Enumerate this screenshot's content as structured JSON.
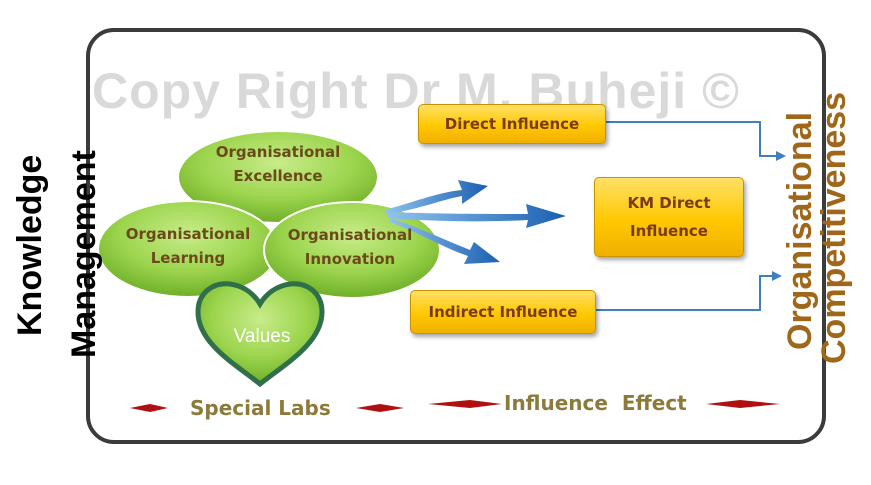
{
  "watermark": "Copy Right Dr M. Buheji ©",
  "left_title": {
    "line1": "Knowledge",
    "line2": "Management"
  },
  "right_title": {
    "line1": "Organisational",
    "line2": "Competitiveness"
  },
  "ellipses": {
    "excellence": {
      "line1": "Organisational",
      "line2": "Excellence"
    },
    "learning": {
      "line1": "Organisational",
      "line2": "Learning"
    },
    "innovation": {
      "line1": "Organisational",
      "line2": "Innovation"
    }
  },
  "values_label": "Values",
  "boxes": {
    "direct": "Direct Influence",
    "km_direct": {
      "line1": "KM Direct",
      "line2": "Influence"
    },
    "indirect": "Indirect Influence"
  },
  "bottom": {
    "special_labs": "Special Labs",
    "influence_effect": "Influence  Effect"
  },
  "colors": {
    "ellipse_green": "#9bd44c",
    "box_yellow": "#ffc800",
    "arrow_blue": "#1f6fc0",
    "dash_red": "#b01010",
    "side_brown": "#a0671a"
  }
}
